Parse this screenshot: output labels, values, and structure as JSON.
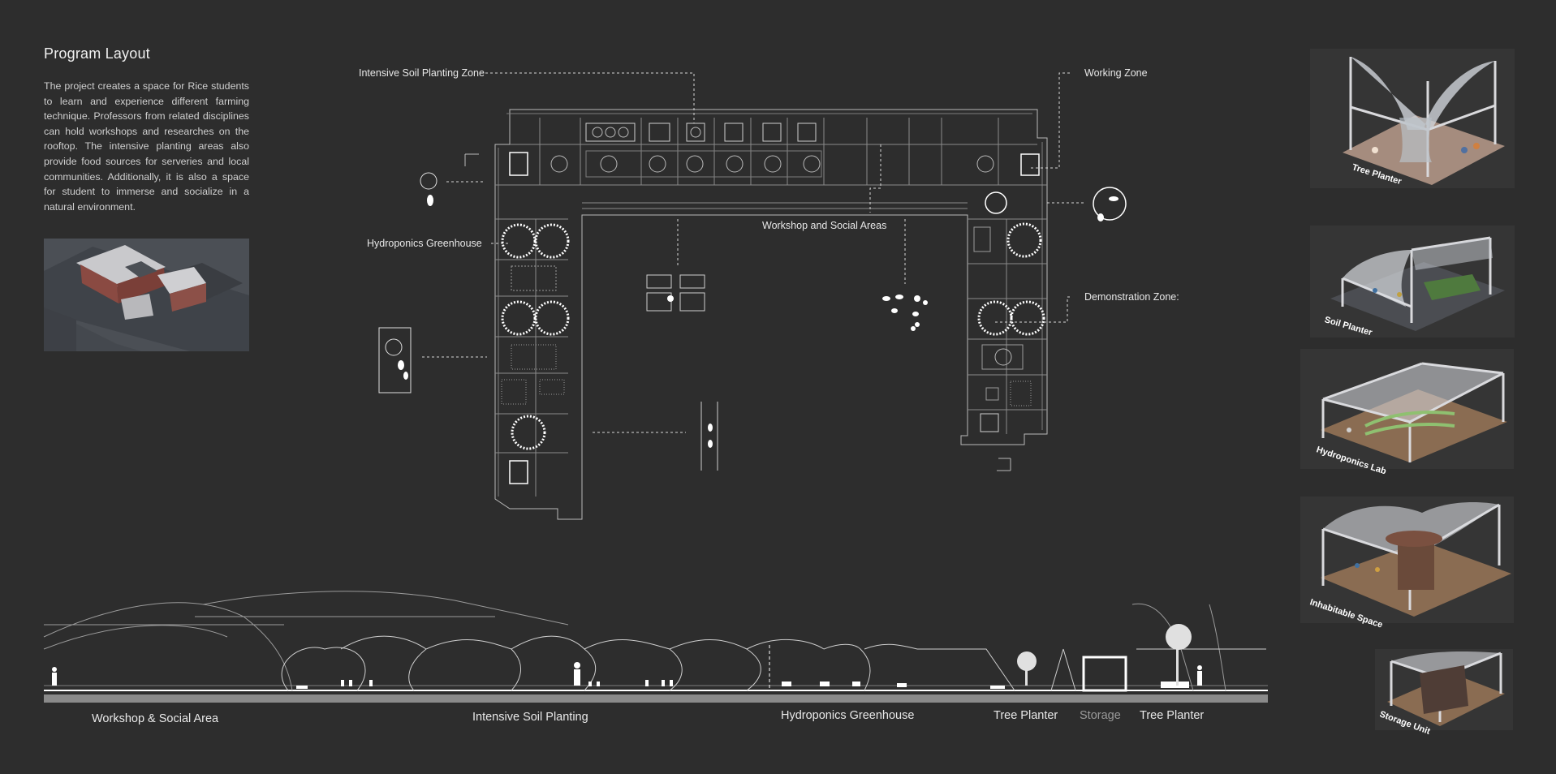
{
  "title": "Program Layout",
  "description": "The project creates a space for Rice students to learn and experience different farming technique. Professors from related disciplines can hold workshops and researches on the rooftop. The intensive planting areas also provide food sources for serveries and local communities. Additionally, it is also a space for student to immerse and socialize in a natural environment.",
  "plan_labels": {
    "intensive_soil": "Intensive Soil Planting Zone",
    "working": "Working Zone",
    "workshop_social": "Workshop and Social Areas",
    "hydroponics": "Hydroponics Greenhouse",
    "demonstration": "Demonstration Zone:"
  },
  "section_labels": {
    "workshop": "Workshop & Social Area",
    "intensive": "Intensive Soil Planting",
    "hydroponics": "Hydroponics Greenhouse",
    "tree_planter_1": "Tree Planter",
    "storage": "Storage",
    "tree_planter_2": "Tree Planter"
  },
  "modules": {
    "tree_planter": "Tree Planter",
    "soil_planter": "Soil Planter",
    "hydroponics_lab": "Hydroponics Lab",
    "inhabitable_space": "Inhabitable Space",
    "storage_unit": "Storage Unit"
  },
  "colors": {
    "background": "#2d2d2d",
    "line": "#bdbdbd",
    "text": "#e8e8e8"
  }
}
